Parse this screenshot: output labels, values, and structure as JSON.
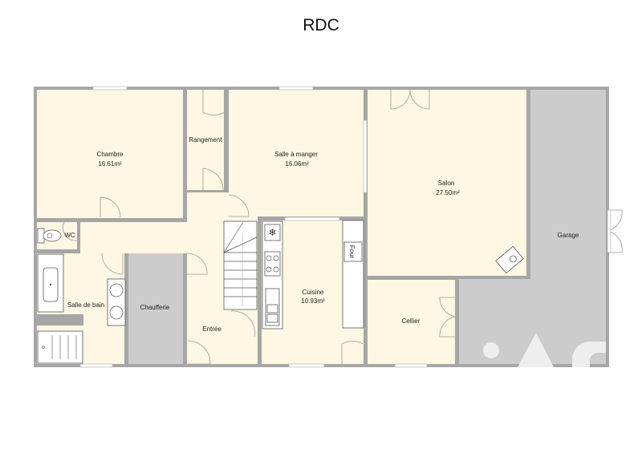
{
  "title": "RDC",
  "rooms": {
    "chambre": {
      "name": "Chambre",
      "area": "16.61m²"
    },
    "rangement": {
      "name": "Rangement"
    },
    "salle_a_manger": {
      "name": "Salle à manger",
      "area": "16.06m²"
    },
    "salon": {
      "name": "Salon",
      "area": "27.50m²"
    },
    "garage": {
      "name": "Garage"
    },
    "wc": {
      "name": "WC"
    },
    "salle_de_bain": {
      "name": "Salle de bain"
    },
    "chaufferie": {
      "name": "Chaufferie"
    },
    "entree": {
      "name": "Entrée"
    },
    "cuisine": {
      "name": "Cuisine",
      "area": "10.93m²"
    },
    "cellier": {
      "name": "Cellier"
    }
  },
  "fixtures": {
    "oven_label": "Four"
  },
  "colors": {
    "room_fill": "#fdf7e3",
    "service_fill": "#cccccc",
    "wall": "#a6a6a6"
  }
}
